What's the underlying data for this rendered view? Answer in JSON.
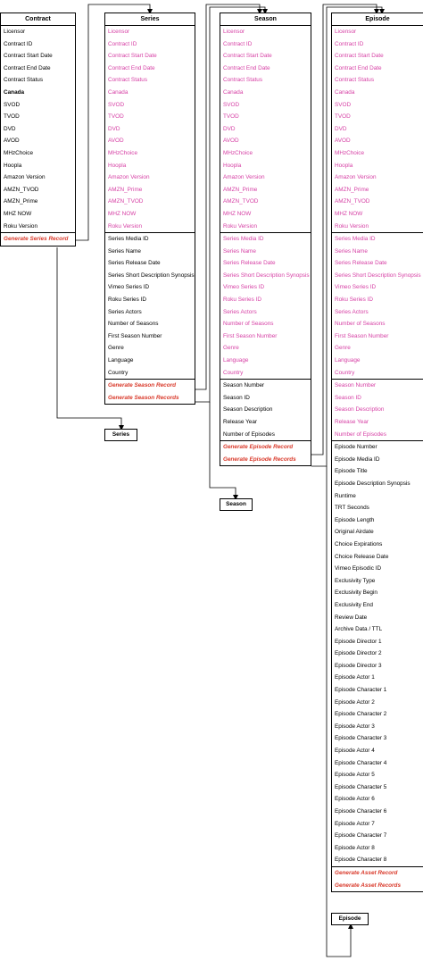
{
  "contract": {
    "title": "Contract",
    "fields": [
      "Licensor",
      "Contract ID",
      "Contract Start Date",
      "Contract End Date",
      "Contract Status"
    ],
    "region": "Canada",
    "platforms": [
      "SVOD",
      "TVOD",
      "DVD",
      "AVOD",
      "MHzChoice",
      "Hoopla",
      "Amazon Version",
      "AMZN_TVOD",
      "AMZN_Prime",
      "MHZ NOW",
      "Roku Version"
    ],
    "action": "Generate Series Record"
  },
  "series": {
    "title": "Series",
    "inherited": [
      "Licensor",
      "Contract ID",
      "Contract Start Date",
      "Contract End Date",
      "Contract Status",
      "Canada",
      "SVOD",
      "TVOD",
      "DVD",
      "AVOD",
      "MHzChoice",
      "Hoopla",
      "Amazon Version",
      "AMZN_Prime",
      "AMZN_TVOD",
      "MHZ NOW",
      "Roku Version"
    ],
    "fields": [
      "Series Media ID",
      "Series Name",
      "Series Release Date",
      "Series Short Description Synopsis",
      "Vimeo Series ID",
      "Roku Series ID",
      "Series Actors",
      "Number of Seasons",
      "First Season Number",
      "Genre",
      "Language",
      "Country"
    ],
    "actions": [
      "Generate Season Record",
      "Generate Season Records"
    ]
  },
  "season": {
    "title": "Season",
    "inherited": [
      "Licensor",
      "Contract ID",
      "Contract Start Date",
      "Contract End Date",
      "Contract Status",
      "Canada",
      "SVOD",
      "TVOD",
      "DVD",
      "AVOD",
      "MHzChoice",
      "Hoopla",
      "Amazon Version",
      "AMZN_Prime",
      "AMZN_TVOD",
      "MHZ NOW",
      "Roku Version",
      "Series Media ID",
      "Series Name",
      "Series Release Date",
      "Series Short Description Synopsis",
      "Vimeo Series ID",
      "Roku Series ID",
      "Series Actors",
      "Number of Seasons",
      "First Season Number",
      "Genre",
      "Language",
      "Country"
    ],
    "fields": [
      "Season Number",
      "Season ID",
      "Season Description",
      "Release Year",
      "Number of Episodes"
    ],
    "actions": [
      "Generate Episode Record",
      "Generate Episode Records"
    ]
  },
  "episode": {
    "title": "Episode",
    "inherited": [
      "Licensor",
      "Contract ID",
      "Contract Start Date",
      "Contract End Date",
      "Contract Status",
      "Canada",
      "SVOD",
      "TVOD",
      "DVD",
      "AVOD",
      "MHzChoice",
      "Hoopla",
      "Amazon Version",
      "AMZN_Prime",
      "AMZN_TVOD",
      "MHZ NOW",
      "Roku Version",
      "Series Media ID",
      "Series Name",
      "Series Release Date",
      "Series Short Description Synopsis",
      "Vimeo Series ID",
      "Roku Series ID",
      "Series Actors",
      "Number of Seasons",
      "First Season Number",
      "Genre",
      "Language",
      "Country",
      "Season Number",
      "Season ID",
      "Season Description",
      "Release Year",
      "Number of Episodes"
    ],
    "fields": [
      "Episode Number",
      "Episode Media ID",
      "Episode Title",
      "Episode Description Synopsis",
      "Runtime",
      "TRT Seconds",
      "Episode Length",
      "Original Airdate",
      "Choice Expirations",
      "Choice Release Date",
      "Vimeo Episodic ID",
      "Exclusivity Type",
      "Exclusivity Begin",
      "Exclusivity End",
      "Review Date",
      "Archive Data / TTL",
      "Episode Director 1",
      "Episode Director 2",
      "Episode Director 3",
      "Episode Actor 1",
      "Episode Character 1",
      "Episode Actor 2",
      "Episode Character 2",
      "Episode Actor 3",
      "Episode Character 3",
      "Episode Actor 4",
      "Episode Character 4",
      "Episode Actor 5",
      "Episode Character 5",
      "Episode Actor 6",
      "Episode Character 6",
      "Episode Actor 7",
      "Episode Character 7",
      "Episode Actor 8",
      "Episode Character 8"
    ],
    "actions": [
      "Generate Asset Record",
      "Generate Asset Records"
    ]
  },
  "nodes": {
    "series": "Series",
    "season": "Season",
    "episode": "Episode"
  },
  "colors": {
    "inherited_text": "#d63fa4",
    "action_text": "#d93a2b",
    "line": "#000000"
  }
}
